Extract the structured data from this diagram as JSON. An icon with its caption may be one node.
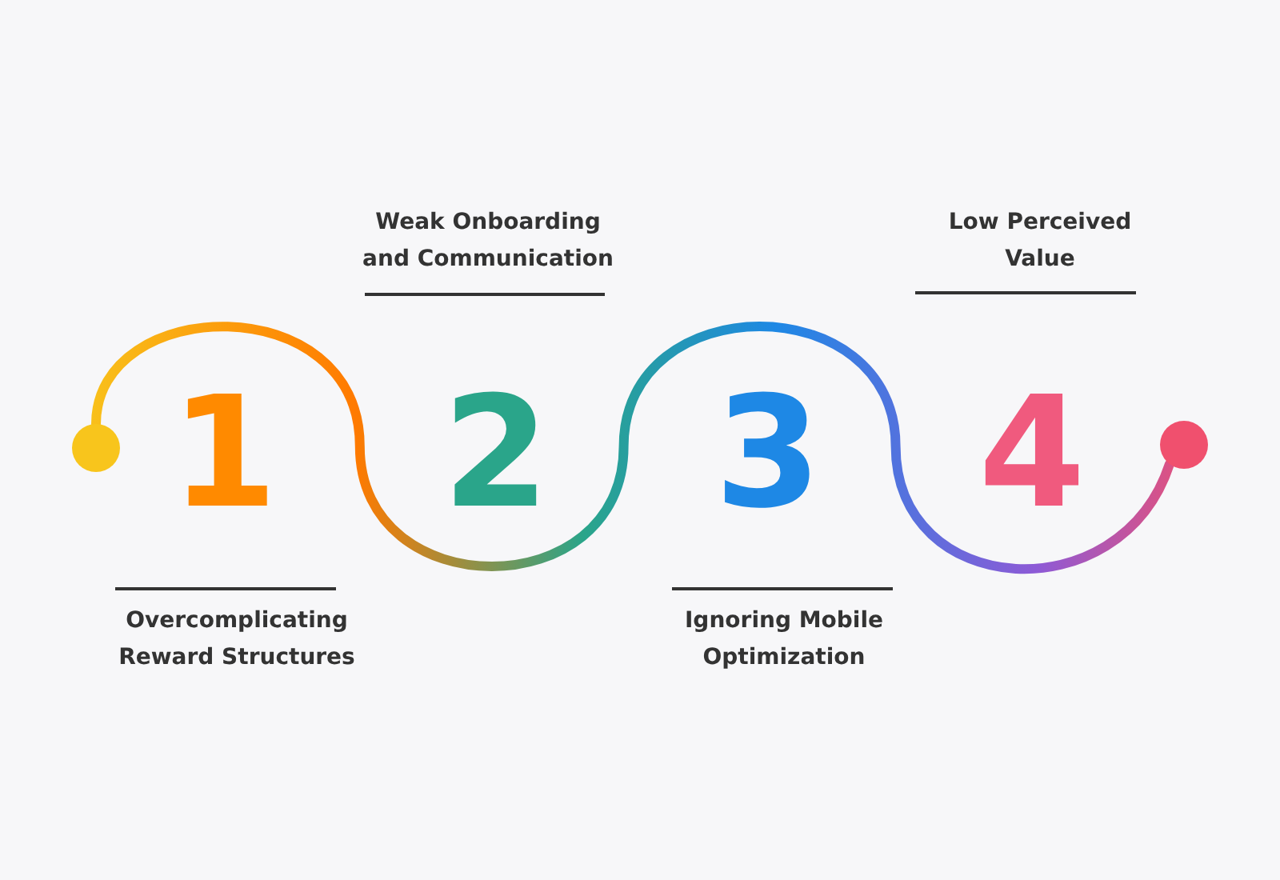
{
  "diagram": {
    "nodes": [
      {
        "text": [],
        "shape": "circle"
      },
      {
        "text": [],
        "shape": "circle"
      }
    ],
    "edges": [
      {
        "from": 0,
        "to": 1,
        "arrow": "none"
      }
    ],
    "labels": [
      "Weak Onboarding and Communication",
      "Low Perceived Value",
      "1",
      "2",
      "3",
      "4",
      "Overcomplicating Reward Structures",
      "Ignoring Mobile Optimization"
    ]
  }
}
